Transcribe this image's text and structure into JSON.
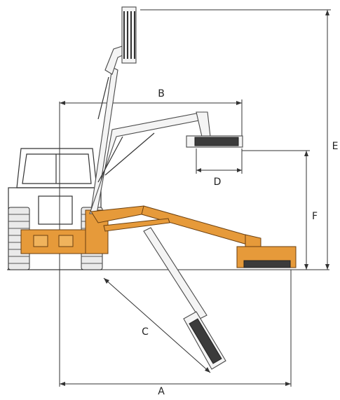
{
  "diagram": {
    "labels": {
      "A": "A",
      "B": "B",
      "C": "C",
      "D": "D",
      "E": "E",
      "F": "F"
    },
    "colors": {
      "machine_orange": "#e69a3a",
      "outline": "#333333",
      "background": "#ffffff"
    }
  }
}
